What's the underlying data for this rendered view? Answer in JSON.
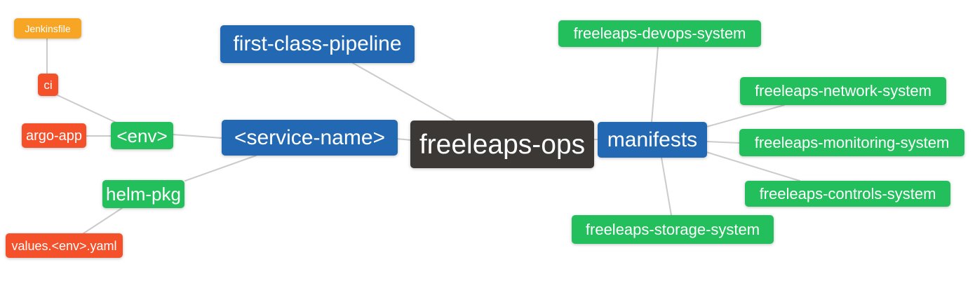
{
  "diagram": {
    "type": "mindmap",
    "root_label": "freeleaps-ops",
    "palette": {
      "blue": "#2268B2",
      "green": "#23BF5D",
      "red": "#F4502A",
      "amber": "#F6A525",
      "dark": "#3B3836",
      "edge_line": "#CBCBCB",
      "node_text": "#FFFFFF",
      "background": "#FFFFFF"
    },
    "nodes": [
      {
        "id": "jenkinsfile",
        "label": "Jenkinsfile",
        "color": "amber"
      },
      {
        "id": "ci",
        "label": "ci",
        "color": "red"
      },
      {
        "id": "argo-app",
        "label": "argo-app",
        "color": "red"
      },
      {
        "id": "env",
        "label": "<env>",
        "color": "green"
      },
      {
        "id": "helm-pkg",
        "label": "helm-pkg",
        "color": "green"
      },
      {
        "id": "values-env-yaml",
        "label": "values.<env>.yaml",
        "color": "red"
      },
      {
        "id": "first-class-pipeline",
        "label": "first-class-pipeline",
        "color": "blue"
      },
      {
        "id": "service-name",
        "label": "<service-name>",
        "color": "blue"
      },
      {
        "id": "freeleaps-ops",
        "label": "freeleaps-ops",
        "color": "dark"
      },
      {
        "id": "manifests",
        "label": "manifests",
        "color": "blue"
      },
      {
        "id": "freeleaps-devops-system",
        "label": "freeleaps-devops-system",
        "color": "green"
      },
      {
        "id": "freeleaps-network-system",
        "label": "freeleaps-network-system",
        "color": "green"
      },
      {
        "id": "freeleaps-monitoring-system",
        "label": "freeleaps-monitoring-system",
        "color": "green"
      },
      {
        "id": "freeleaps-controls-system",
        "label": "freeleaps-controls-system",
        "color": "green"
      },
      {
        "id": "freeleaps-storage-system",
        "label": "freeleaps-storage-system",
        "color": "green"
      }
    ],
    "edges": [
      {
        "from": "jenkinsfile",
        "to": "ci"
      },
      {
        "from": "ci",
        "to": "env"
      },
      {
        "from": "argo-app",
        "to": "env"
      },
      {
        "from": "env",
        "to": "service-name"
      },
      {
        "from": "service-name",
        "to": "helm-pkg"
      },
      {
        "from": "helm-pkg",
        "to": "values-env-yaml"
      },
      {
        "from": "first-class-pipeline",
        "to": "freeleaps-ops"
      },
      {
        "from": "service-name",
        "to": "freeleaps-ops"
      },
      {
        "from": "freeleaps-ops",
        "to": "manifests"
      },
      {
        "from": "manifests",
        "to": "freeleaps-devops-system"
      },
      {
        "from": "manifests",
        "to": "freeleaps-network-system"
      },
      {
        "from": "manifests",
        "to": "freeleaps-monitoring-system"
      },
      {
        "from": "manifests",
        "to": "freeleaps-controls-system"
      },
      {
        "from": "manifests",
        "to": "freeleaps-storage-system"
      }
    ]
  }
}
